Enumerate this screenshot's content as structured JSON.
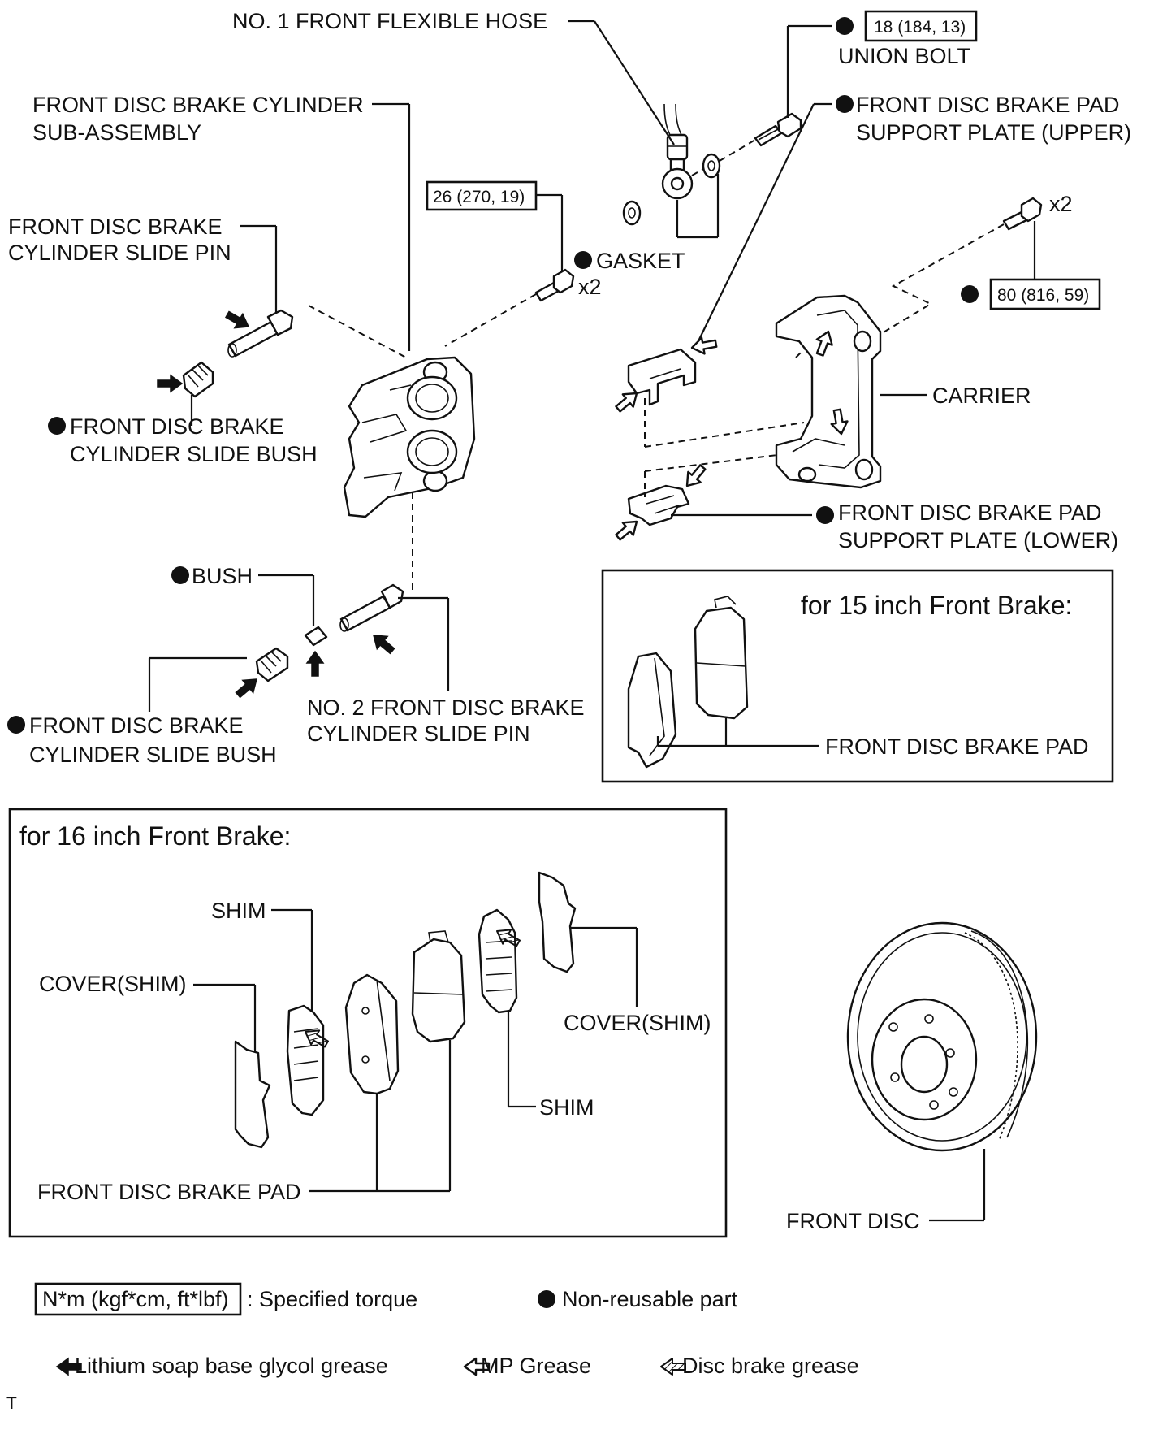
{
  "labels": {
    "flex_hose": "NO. 1 FRONT FLEXIBLE HOSE",
    "union_bolt": "UNION BOLT",
    "cylinder_line1": "FRONT DISC BRAKE CYLINDER",
    "cylinder_line2": "SUB-ASSEMBLY",
    "support_upper_line1": "FRONT DISC BRAKE PAD",
    "support_upper_line2": "SUPPORT PLATE (UPPER)",
    "slide_pin_line1": "FRONT DISC BRAKE",
    "slide_pin_line2": "CYLINDER SLIDE PIN",
    "gasket": "GASKET",
    "slide_bush_line1": "FRONT DISC BRAKE",
    "slide_bush_line2": "CYLINDER SLIDE BUSH",
    "carrier": "CARRIER",
    "support_lower_line1": "FRONT DISC BRAKE PAD",
    "support_lower_line2": "SUPPORT PLATE (LOWER)",
    "bush": "BUSH",
    "no2_pin_line1": "NO. 2 FRONT DISC BRAKE",
    "no2_pin_line2": "CYLINDER SLIDE PIN",
    "slide_bush2_line1": "FRONT DISC BRAKE",
    "slide_bush2_line2": "CYLINDER SLIDE BUSH",
    "brake_pad_15": "FRONT DISC BRAKE PAD",
    "shim_left": "SHIM",
    "cover_shim_left": "COVER(SHIM)",
    "cover_shim_right": "COVER(SHIM)",
    "shim_right": "SHIM",
    "brake_pad_16": "FRONT DISC BRAKE PAD",
    "front_disc": "FRONT DISC"
  },
  "multipliers": {
    "gasket_bolt": "x2",
    "carrier_bolt": "x2"
  },
  "torques": {
    "union_bolt": "18 (184, 13)",
    "cylinder_bolt": "26 (270, 19)",
    "carrier_bolt": "80 (816, 59)"
  },
  "insets": {
    "inch15_title": "for 15 inch Front Brake:",
    "inch16_title": "for 16 inch Front Brake:"
  },
  "legend": {
    "torque_box": "N*m (kgf*cm, ft*lbf)",
    "torque_text": ": Specified torque",
    "non_reusable": "Non-reusable part",
    "lithium": "Lithium soap base glycol grease",
    "mp": "MP Grease",
    "disc": "Disc brake grease"
  },
  "footer": {
    "letter": "T"
  },
  "icons": {
    "non_reusable": "filled-circle-icon",
    "lithium": "solid-arrow-icon",
    "mp": "outline-arrow-icon",
    "disc": "hatched-arrow-icon"
  }
}
